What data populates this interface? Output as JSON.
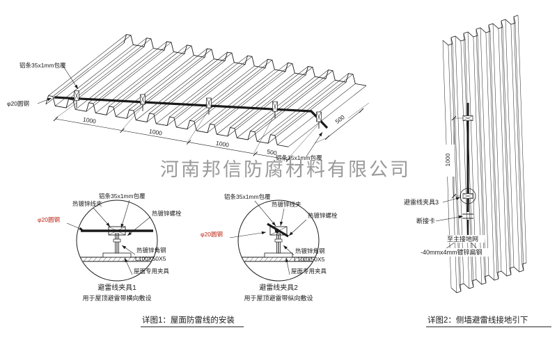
{
  "watermark": "河南邦信防腐材料有限公司",
  "colors": {
    "line": "#1a1a1a",
    "accent_red": "#bb2211",
    "watermark_gray": "#9a9a9a"
  },
  "iso_view": {
    "strip_label_top": "铝条35x1mm包覆",
    "strip_label_right": "铝条35x1mm包覆",
    "rod_label": "φ20圆钢",
    "dim_1000_a": "1000",
    "dim_1000_b": "1000",
    "dim_1000_c": "1000",
    "dim_500_a": "500",
    "dim_500_b": "500"
  },
  "detail1": {
    "label_wire_clip": "热镀锌线夹",
    "label_strip": "铝条35x1mm包覆",
    "label_bolt": "热镀锌螺栓",
    "label_rod": "φ20圆钢",
    "label_angle_steel": "热镀锌角钢",
    "label_angle_size": "L100X50X5",
    "label_fixture": "屋面专用夹具",
    "title": "避雷线夹具1",
    "subtitle": "用于屋顶避雷带横向敷设"
  },
  "detail2": {
    "label_strip": "铝条35x1mm包覆",
    "label_wire_clip": "热镀锌线夹",
    "label_bolt": "热镀锌螺栓",
    "label_rod": "φ20圆钢",
    "label_angle_steel": "热镀锌角钢",
    "label_angle_size": "L100X50X5",
    "label_fixture": "屋面专用夹具",
    "title": "避雷线夹具2",
    "subtitle": "用于屋顶避雷带纵向敷设"
  },
  "wall_view": {
    "label_clamp3": "避雷线夹具3",
    "label_disconnect": "断接卡",
    "label_to_ground": "至主接地网",
    "label_flat_steel": "-40mmx4mm镀锌扁钢",
    "dim_1000": "1000"
  },
  "captions": {
    "detail1": "详图1：屋面防雷线的安装",
    "detail2": "详图2：侧墙避雷线接地引下"
  }
}
